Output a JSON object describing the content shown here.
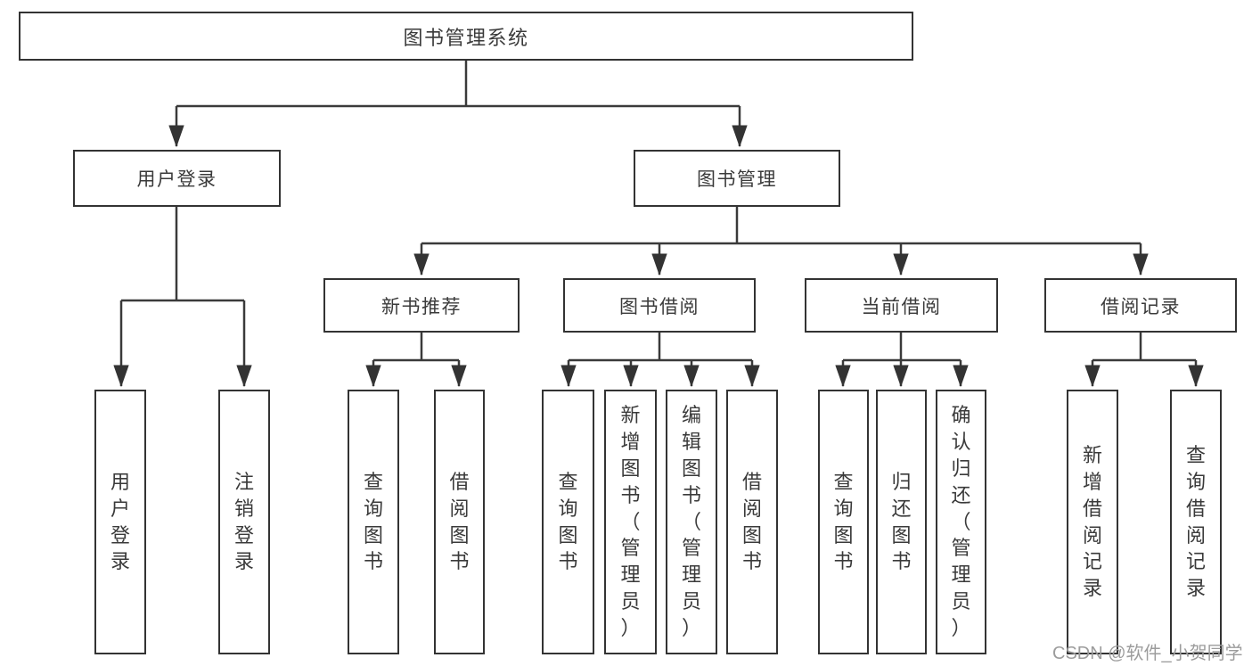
{
  "tree": {
    "root": {
      "label": "图书管理系统"
    },
    "children": [
      {
        "label": "用户登录",
        "children": [
          {
            "label": "用户登录"
          },
          {
            "label": "注销登录"
          }
        ]
      },
      {
        "label": "图书管理",
        "children": [
          {
            "label": "新书推荐",
            "children": [
              {
                "label": "查询图书"
              },
              {
                "label": "借阅图书"
              }
            ]
          },
          {
            "label": "图书借阅",
            "children": [
              {
                "label": "查询图书"
              },
              {
                "label": "新增图书（管理员）"
              },
              {
                "label": "编辑图书（管理员）"
              },
              {
                "label": "借阅图书"
              }
            ]
          },
          {
            "label": "当前借阅",
            "children": [
              {
                "label": "查询图书"
              },
              {
                "label": "归还图书"
              },
              {
                "label": "确认归还（管理员）"
              }
            ]
          },
          {
            "label": "借阅记录",
            "children": [
              {
                "label": "新增借阅记录"
              },
              {
                "label": "查询借阅记录"
              }
            ]
          }
        ]
      }
    ]
  },
  "watermark": {
    "text": "CSDN @软件_小贺同学"
  },
  "colors": {
    "line": "#3a3a3a",
    "border": "#333333",
    "text": "#3a3a3a",
    "watermark": "#9c9c9c",
    "background": "#ffffff"
  }
}
